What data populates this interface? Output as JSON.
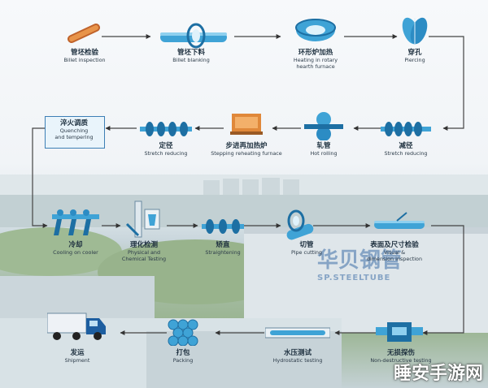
{
  "colors": {
    "pipe": "#3fa3d6",
    "pipe_dark": "#1d6fa3",
    "billet": "#e08a3c",
    "arrow": "#333333",
    "furnace": "#e0883a"
  },
  "steps": [
    {
      "cn": "管坯检验",
      "en": "Billet inspection",
      "icon": "billet-icon"
    },
    {
      "cn": "管坯下料",
      "en": "Billet blanking",
      "icon": "pipe-saw-icon"
    },
    {
      "cn": "环形炉加热",
      "en1": "Heating in rotary",
      "en2": "hearth furnace",
      "icon": "rotary-furnace-icon"
    },
    {
      "cn": "穿孔",
      "en": "Piercing",
      "icon": "piercing-icon"
    },
    {
      "cn": "减径",
      "en": "Stretch reducing",
      "icon": "stretch-reducing-icon"
    },
    {
      "cn": "轧管",
      "en": "Hot rolling",
      "icon": "hot-rolling-icon"
    },
    {
      "cn": "步进再加热炉",
      "en": "Stepping reheating furnace",
      "icon": "reheating-furnace-icon"
    },
    {
      "cn": "定径",
      "en": "Stretch reducing",
      "icon": "sizing-icon"
    },
    {
      "cn": "淬火调质",
      "en1": "Quenching",
      "en2": "and tempering",
      "icon": "quenching-icon"
    },
    {
      "cn": "冷却",
      "en": "Cooling on cooler",
      "icon": "cooler-icon"
    },
    {
      "cn": "理化检测",
      "en1": "Physical and",
      "en2": "Chemical Testing",
      "icon": "lab-testing-icon"
    },
    {
      "cn": "矫直",
      "en": "Straightening",
      "icon": "straightening-icon"
    },
    {
      "cn": "切管",
      "en": "Pipe cutting",
      "icon": "pipe-cutting-icon"
    },
    {
      "cn": "表面及尺寸检验",
      "en1": "Visual &",
      "en2": "dimension inspection",
      "icon": "visual-inspection-icon"
    },
    {
      "cn": "无损探伤",
      "en": "Non-destructive testing",
      "icon": "ndt-icon"
    },
    {
      "cn": "水压测试",
      "en": "Hydrostatic testing",
      "icon": "hydrostatic-icon"
    },
    {
      "cn": "打包",
      "en": "Packing",
      "icon": "packing-icon"
    },
    {
      "cn": "发运",
      "en": "Shipment",
      "icon": "truck-icon"
    }
  ],
  "building_sign": "华贝钢管",
  "building_sign_en": "SP.STEELTUBE",
  "watermark": "睡安手游网"
}
